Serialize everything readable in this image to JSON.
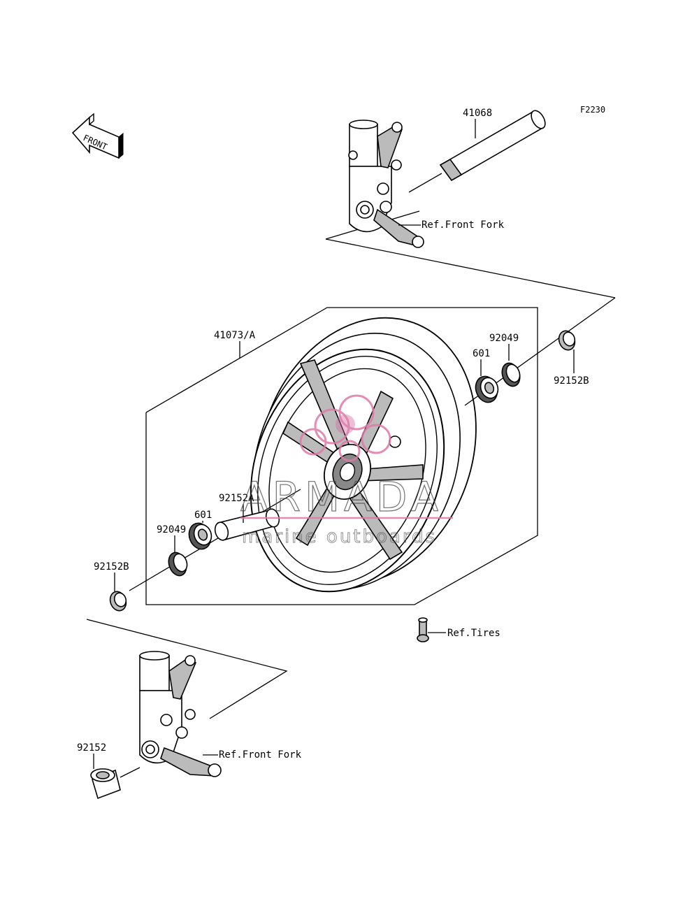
{
  "diagram_code": "F2230",
  "front_arrow": {
    "label": "FRONT",
    "icon": "front-direction-arrow-icon"
  },
  "parts": {
    "axle": "41068",
    "wheel": "41073/A",
    "bearing_right": "601",
    "seal_right": "92049",
    "collar_right": "92152B",
    "collar_center": "92152A",
    "bearing_left": "601",
    "seal_left": "92049",
    "collar_left": "92152B",
    "collar_fork": "92152"
  },
  "references": {
    "fork_top": "Ref.Front Fork",
    "fork_bottom": "Ref.Front Fork",
    "tires": "Ref.Tires"
  },
  "watermark": {
    "brand": "ARMADA",
    "tagline": "marine outboards",
    "brand_color": "#e07aa8"
  }
}
